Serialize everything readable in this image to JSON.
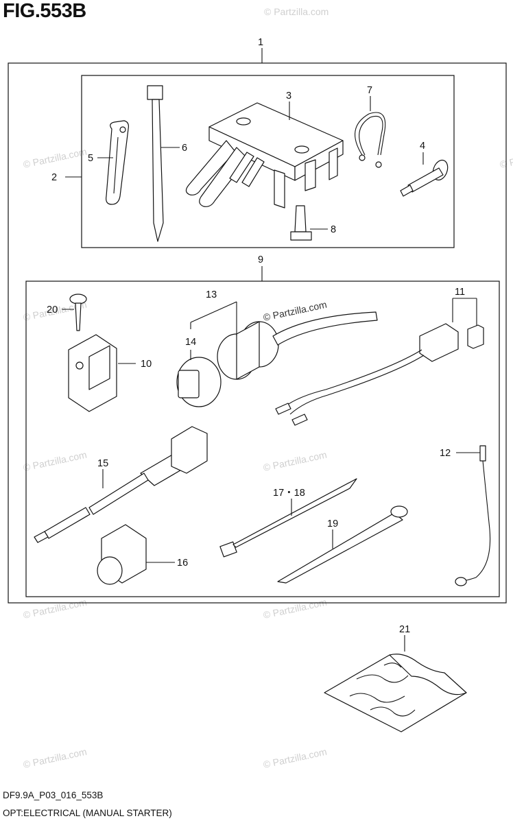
{
  "figure": {
    "title": "FIG.553B",
    "code": "DF9.9A_P03_016_553B",
    "description": "OPT:ELECTRICAL (MANUAL STARTER)"
  },
  "watermark": {
    "text": "© Partzilla.com",
    "color_light": "#cfcfcf",
    "color_dark": "#333333"
  },
  "callouts": {
    "c1": "1",
    "c2": "2",
    "c3": "3",
    "c4": "4",
    "c5": "5",
    "c6": "6",
    "c7": "7",
    "c8": "8",
    "c9": "9",
    "c10": "10",
    "c11": "11",
    "c12": "12",
    "c13": "13",
    "c14": "14",
    "c15": "15",
    "c16": "16",
    "c17_18": "17・18",
    "c19": "19",
    "c20": "20",
    "c21": "21"
  }
}
